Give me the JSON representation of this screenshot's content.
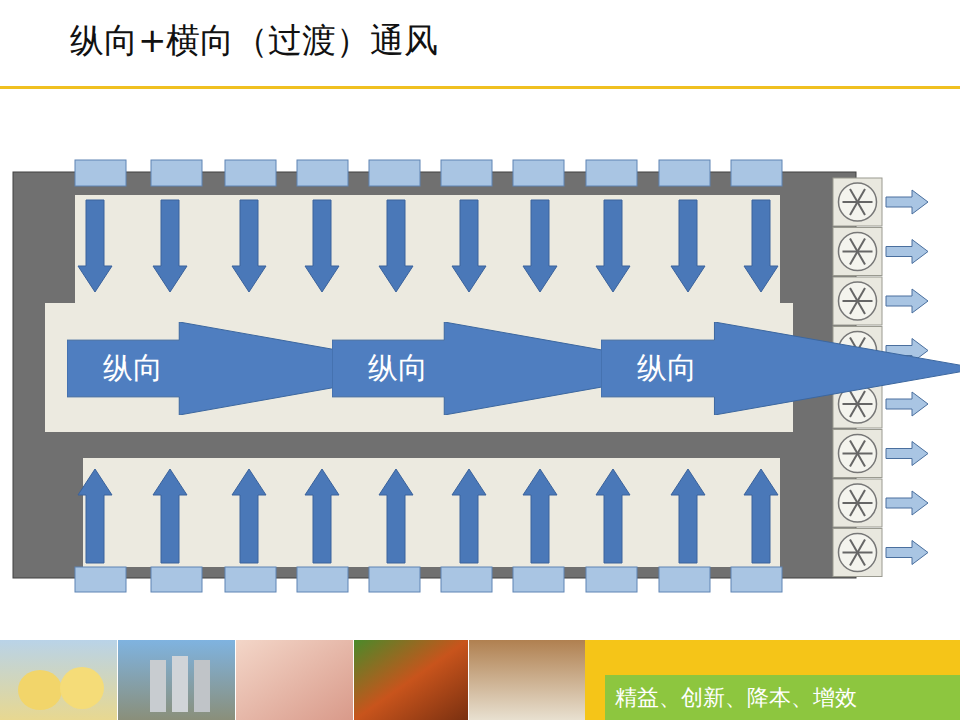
{
  "diagram": {
    "title": "纵向+横向（过渡）通风",
    "nodes": [
      {
        "text": [
          "纵向"
        ]
      },
      {
        "text": [
          "纵向"
        ]
      },
      {
        "text": [
          "纵向"
        ]
      },
      {
        "text": [
          "精益、创新、降本、增效"
        ]
      }
    ]
  }
}
